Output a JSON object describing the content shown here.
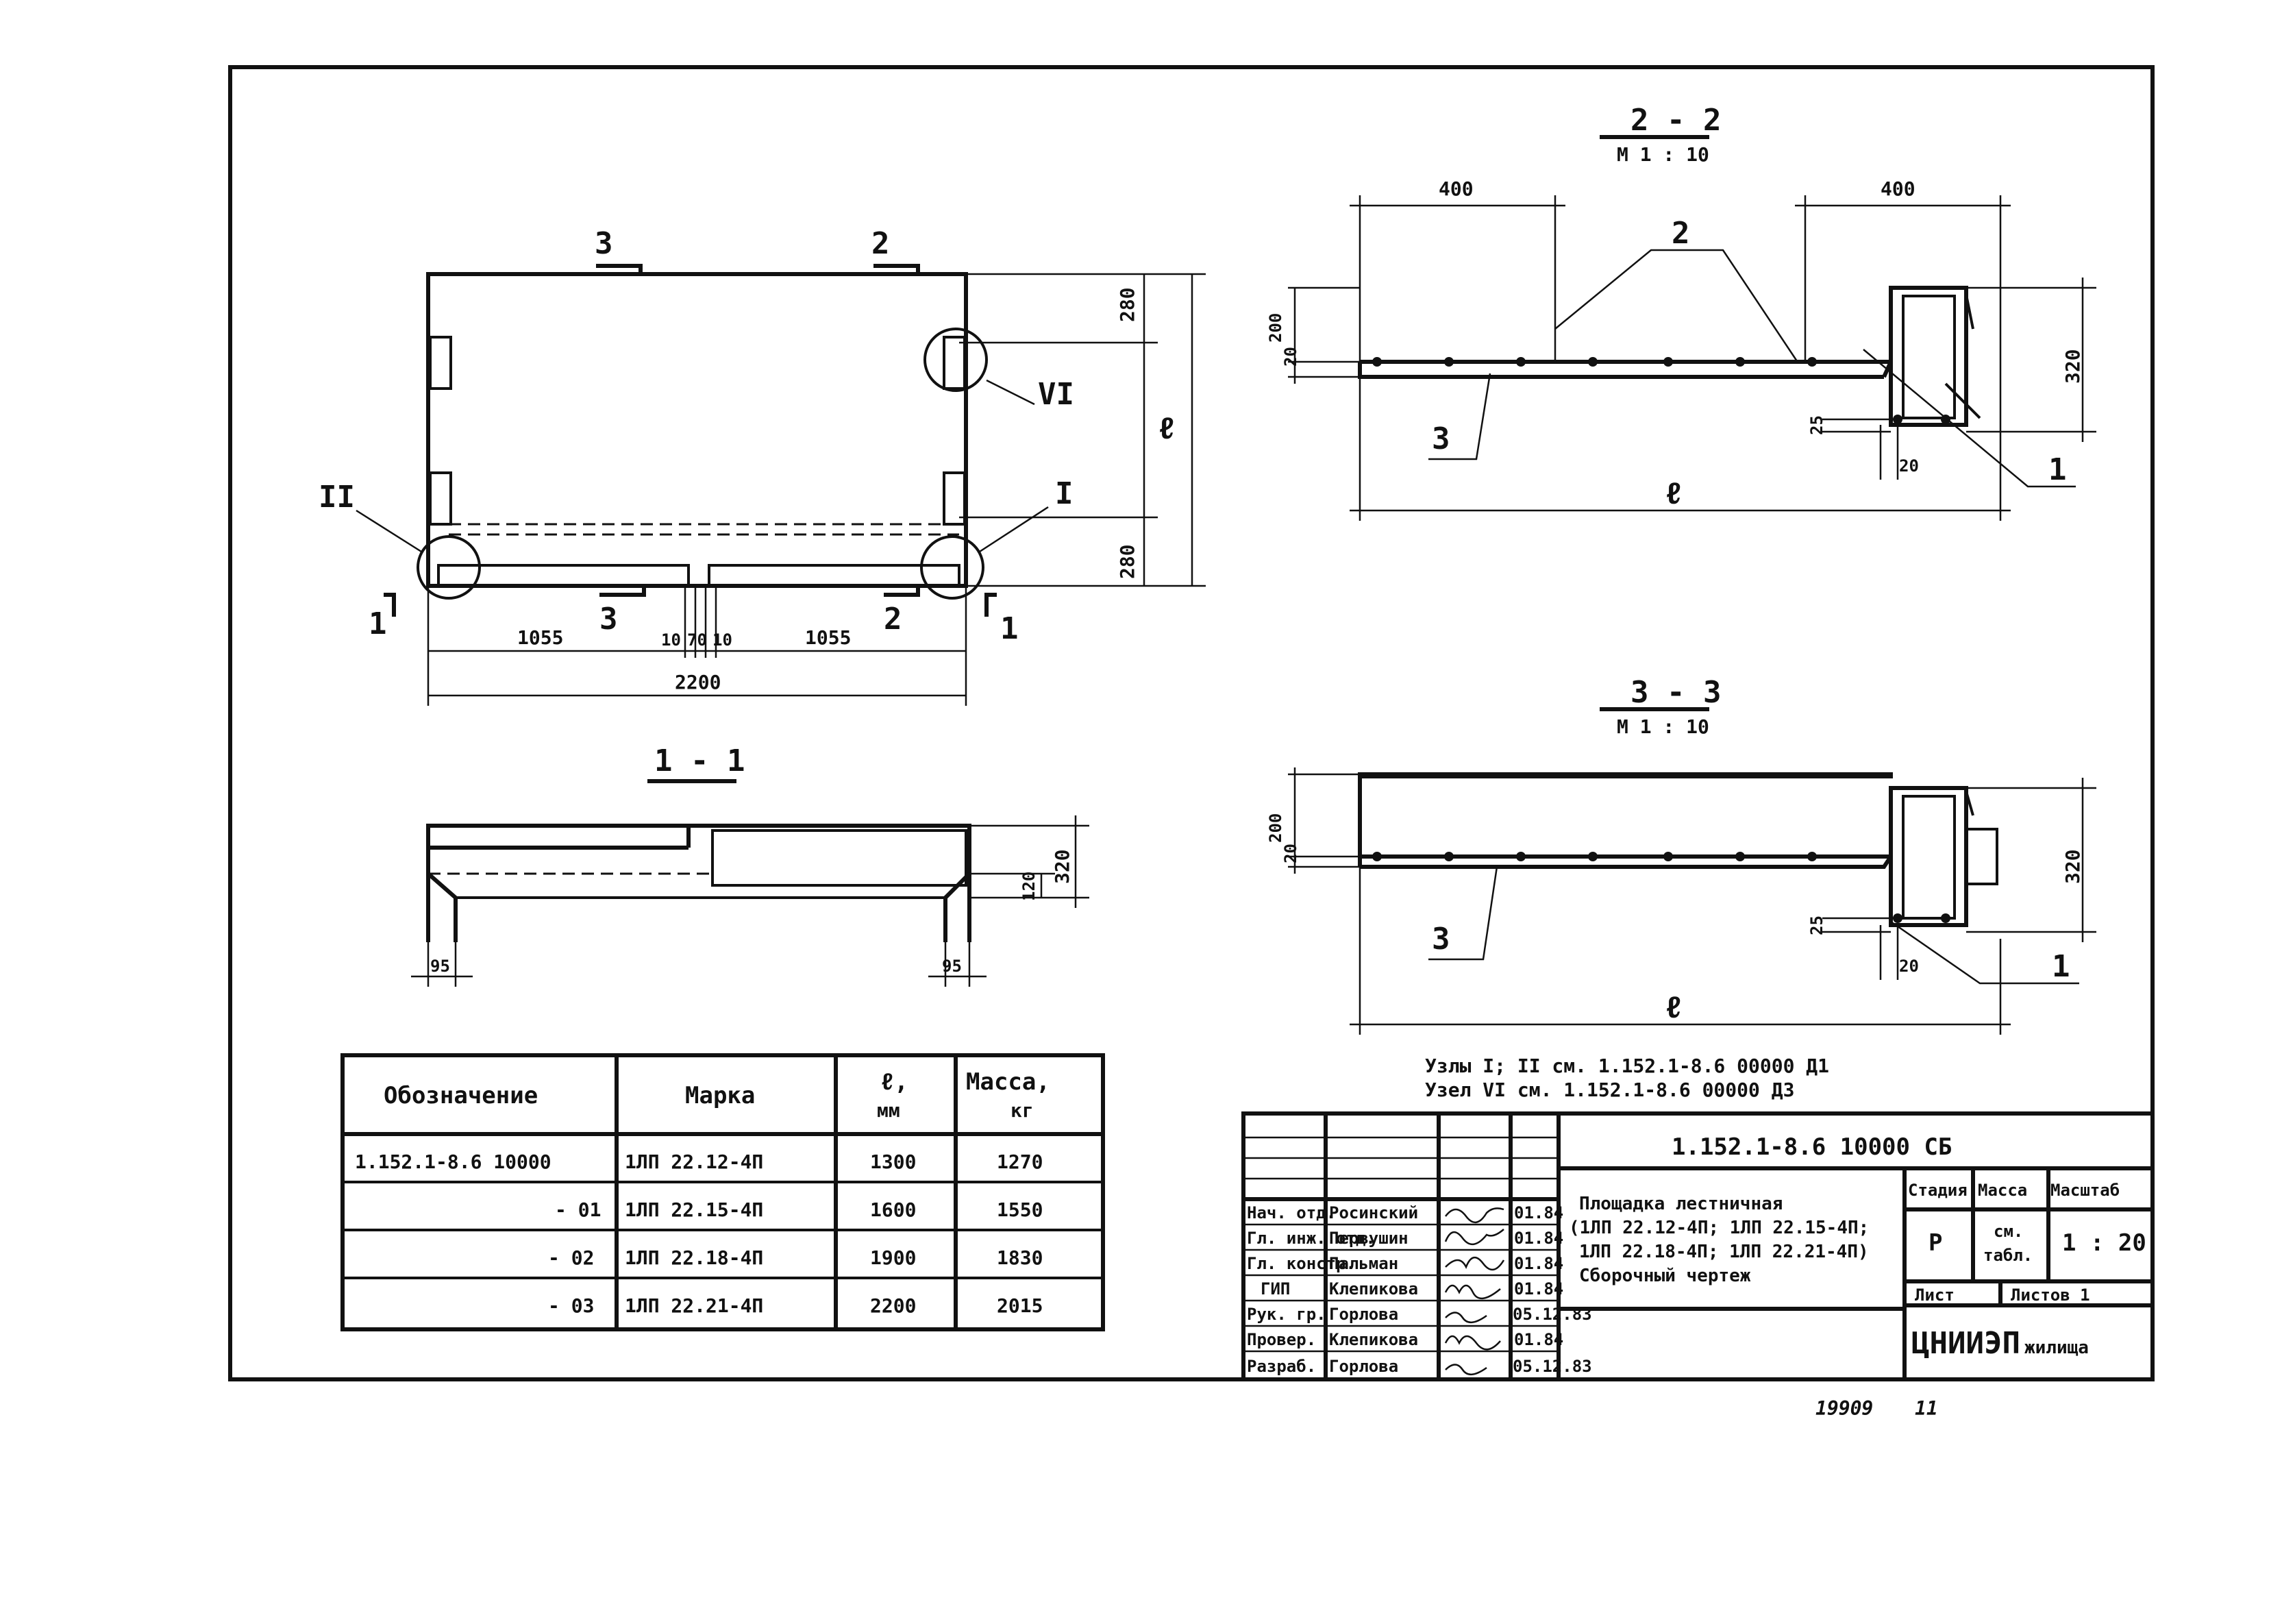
{
  "plan": {
    "cut_3": "3",
    "cut_2": "2",
    "cut_1": "1",
    "dim_280_top": "280",
    "dim_280_bottom": "280",
    "dim_l": "ℓ",
    "node_II": "II",
    "node_I": "I",
    "node_VI": "VI",
    "dim_1055_left": "1055",
    "dim_10_a": "10",
    "dim_70": "70",
    "dim_10_b": "10",
    "dim_1055_right": "1055",
    "dim_2200": "2200"
  },
  "section_1_1": {
    "title": "1 - 1",
    "dim_120": "120",
    "dim_320": "320",
    "dim_95_left": "95",
    "dim_95_right": "95"
  },
  "section_2_2": {
    "title": "2 - 2",
    "scale": "M 1 : 10",
    "dim_400_left": "400",
    "dim_400_right": "400",
    "label_2": "2",
    "dim_200": "200",
    "dim_20": "20",
    "dim_320": "320",
    "dim_25": "25",
    "dim_20_b": "20",
    "label_3": "3",
    "label_1": "1",
    "dim_l": "ℓ"
  },
  "section_3_3": {
    "title": "3 - 3",
    "scale": "M 1 : 10",
    "dim_200": "200",
    "dim_20": "20",
    "dim_320": "320",
    "dim_25": "25",
    "dim_20_b": "20",
    "label_3": "3",
    "label_1": "1",
    "dim_l": "ℓ"
  },
  "notes": {
    "line1": "Узлы I; II см. 1.152.1-8.6 00000 Д1",
    "line2": "Узел VI см. 1.152.1-8.6 00000 Д3"
  },
  "spec_table": {
    "headers": [
      "Обозначение",
      "Марка",
      "ℓ,",
      "мм",
      "Масса,",
      "кг"
    ],
    "rows": [
      {
        "designation": "1.152.1-8.6 10000",
        "mark": "1ЛП 22.12-4П",
        "l": "1300",
        "mass": "1270"
      },
      {
        "designation": "- 01",
        "mark": "1ЛП 22.15-4П",
        "l": "1600",
        "mass": "1550"
      },
      {
        "designation": "- 02",
        "mark": "1ЛП 22.18-4П",
        "l": "1900",
        "mass": "1830"
      },
      {
        "designation": "- 03",
        "mark": "1ЛП 22.21-4П",
        "l": "2200",
        "mass": "2015"
      }
    ]
  },
  "title_block": {
    "doc_code": "1.152.1-8.6 10000 СБ",
    "name_line1": "Площадка лестничная",
    "name_line2": "(1ЛП 22.12-4П; 1ЛП 22.15-4П;",
    "name_line3": "1ЛП 22.18-4П; 1ЛП 22.21-4П)",
    "name_line4": "Сборочный чертеж",
    "stage_h": "Стадия",
    "mass_h": "Масса",
    "scale_h": "Масштаб",
    "stage": "Р",
    "mass_line1": "см.",
    "mass_line2": "табл.",
    "scale": "1 : 20",
    "sheet_h": "Лист",
    "sheets_h": "Листов 1",
    "org1": "ЦНИИЭП",
    "org2": "жилища",
    "signers": [
      {
        "role": "Нач. отд.",
        "name": "Росинский",
        "date": "01.84"
      },
      {
        "role": "Гл. инж. отд.",
        "name": "Первушин",
        "date": "01.84"
      },
      {
        "role": "Гл. констр.",
        "name": "Пальман",
        "date": "01.84"
      },
      {
        "role": "ГИП",
        "name": "Клепикова",
        "date": "01.84"
      },
      {
        "role": "Рук. гр.",
        "name": "Горлова",
        "date": "05.12.83"
      },
      {
        "role": "Провер.",
        "name": "Клепикова",
        "date": "01.84"
      },
      {
        "role": "Разраб.",
        "name": "Горлова",
        "date": "05.12.83"
      }
    ]
  },
  "footer": {
    "archive_no": "19909",
    "page": "11"
  }
}
